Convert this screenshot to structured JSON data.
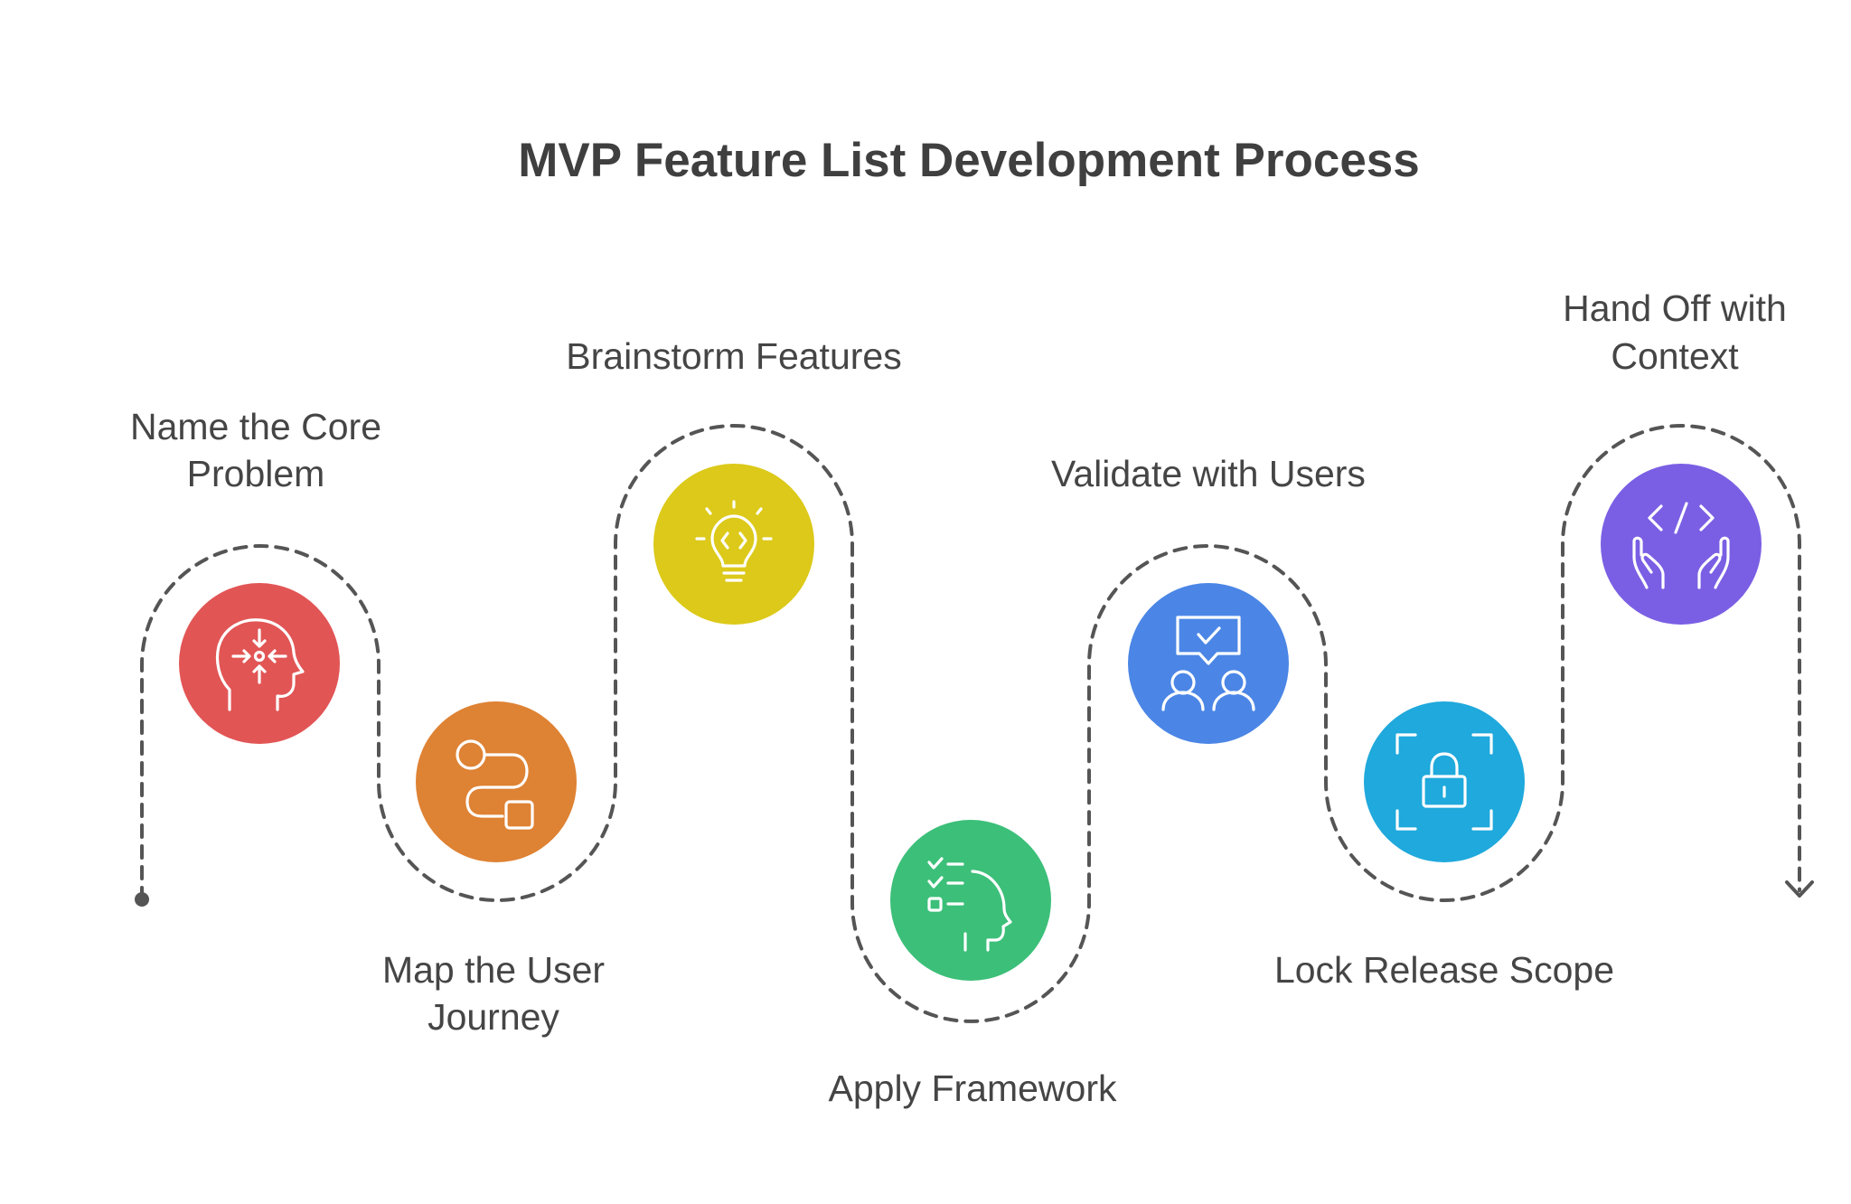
{
  "title": "MVP Feature List Development Process",
  "steps": [
    {
      "label_lines": [
        "Name the Core",
        "Problem"
      ],
      "icon": "head-focus-icon",
      "color": "#e25555"
    },
    {
      "label_lines": [
        "Map the User",
        "Journey"
      ],
      "icon": "journey-flow-icon",
      "color": "#de8233"
    },
    {
      "label_lines": [
        "Brainstorm Features"
      ],
      "icon": "lightbulb-code-icon",
      "color": "#dcc919"
    },
    {
      "label_lines": [
        "Apply Framework"
      ],
      "icon": "checklist-head-icon",
      "color": "#3cbf79"
    },
    {
      "label_lines": [
        "Validate with Users"
      ],
      "icon": "users-feedback-icon",
      "color": "#4b86e6"
    },
    {
      "label_lines": [
        "Lock Release Scope"
      ],
      "icon": "scope-lock-icon",
      "color": "#1fa9dc"
    },
    {
      "label_lines": [
        "Hand Off with",
        "Context"
      ],
      "icon": "code-hands-icon",
      "color": "#7a5fe4"
    }
  ]
}
